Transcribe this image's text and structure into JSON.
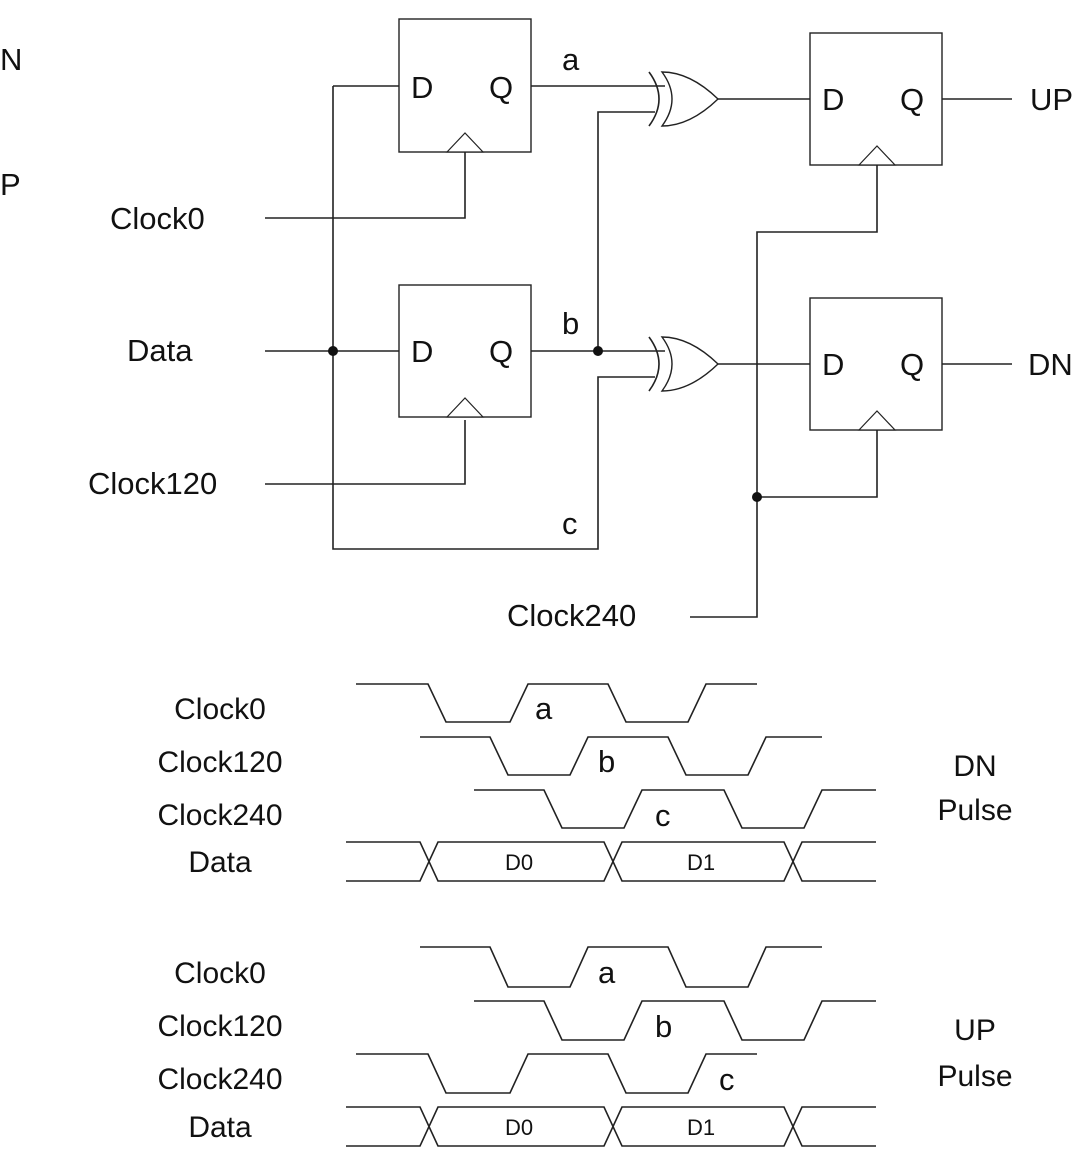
{
  "edge_text": {
    "top": "N",
    "bottom": "P"
  },
  "schematic": {
    "ff_d": "D",
    "ff_q": "Q",
    "inputs": {
      "clock0": "Clock0",
      "data": "Data",
      "clock120": "Clock120",
      "clock240": "Clock240"
    },
    "nets": {
      "a": "a",
      "b": "b",
      "c": "c"
    },
    "outputs": {
      "up": "UP",
      "dn": "DN"
    }
  },
  "timing_dn": {
    "rows": [
      "Clock0",
      "Clock120",
      "Clock240",
      "Data"
    ],
    "edges": [
      "a",
      "b",
      "c"
    ],
    "data_words": [
      "D0",
      "D1"
    ],
    "caption": [
      "DN",
      "Pulse"
    ]
  },
  "timing_up": {
    "rows": [
      "Clock0",
      "Clock120",
      "Clock240",
      "Data"
    ],
    "edges": [
      "a",
      "b",
      "c"
    ],
    "data_words": [
      "D0",
      "D1"
    ],
    "caption": [
      "UP",
      "Pulse"
    ]
  }
}
